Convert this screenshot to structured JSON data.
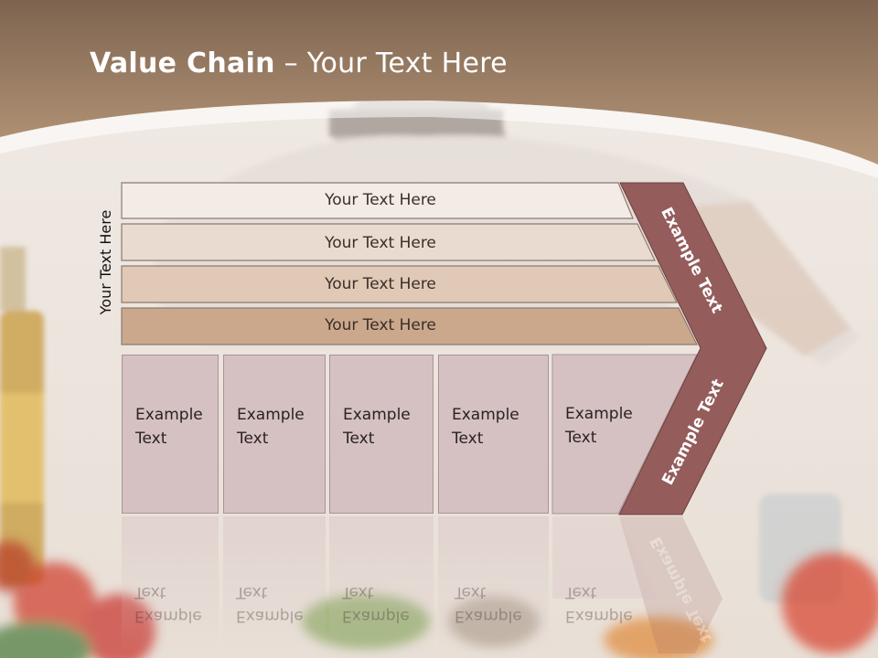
{
  "slide": {
    "title_bold": "Value Chain",
    "title_sep": " – ",
    "title_rest": "Your Text Here",
    "side_label": "Your Text Here",
    "rows": [
      {
        "label": "Your Text Here"
      },
      {
        "label": "Your Text Here"
      },
      {
        "label": "Your Text Here"
      },
      {
        "label": "Your Text Here"
      }
    ],
    "columns": [
      {
        "label": "Example\nText"
      },
      {
        "label": "Example\nText"
      },
      {
        "label": "Example\nText"
      },
      {
        "label": "Example\nText"
      },
      {
        "label": "Example\nText"
      }
    ],
    "arrow_top_label": "Example Text",
    "arrow_bottom_label": "Example Text"
  },
  "colors": {
    "header_brown": "#a88868",
    "row_fills": [
      "#f3ece6",
      "#eadbd0",
      "#e0c9b6",
      "#cba88c"
    ],
    "column_fill": "#d6c1c2",
    "arrow_fill": "#955c5c"
  }
}
